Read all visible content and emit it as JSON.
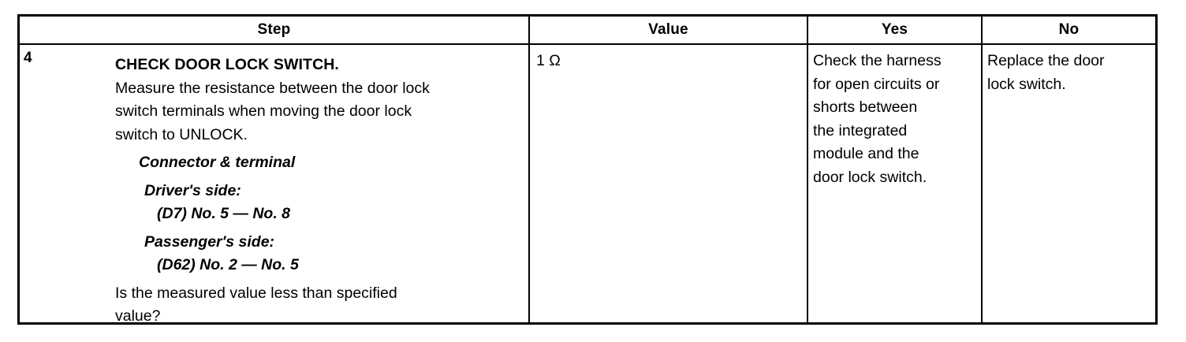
{
  "table": {
    "headers": {
      "step": "Step",
      "value": "Value",
      "yes": "Yes",
      "no": "No"
    },
    "row": {
      "step_number": "4",
      "title": "CHECK DOOR LOCK SWITCH.",
      "instruction_lines": [
        "Measure the resistance between the door lock",
        "switch terminals when moving the door lock",
        "switch to UNLOCK."
      ],
      "connector_heading": "Connector & terminal",
      "driver_label": "Driver's side:",
      "driver_terminals": "(D7) No. 5 — No. 8",
      "passenger_label": "Passenger's side:",
      "passenger_terminals": "(D62) No. 2 — No. 5",
      "question_lines": [
        "Is the measured value less than specified",
        "value?"
      ],
      "value": "1 Ω",
      "yes_lines": [
        "Check the harness",
        "for open circuits or",
        "shorts between",
        "the integrated",
        "module and the",
        "door lock switch."
      ],
      "no_lines": [
        "Replace the door",
        "lock switch."
      ]
    }
  }
}
